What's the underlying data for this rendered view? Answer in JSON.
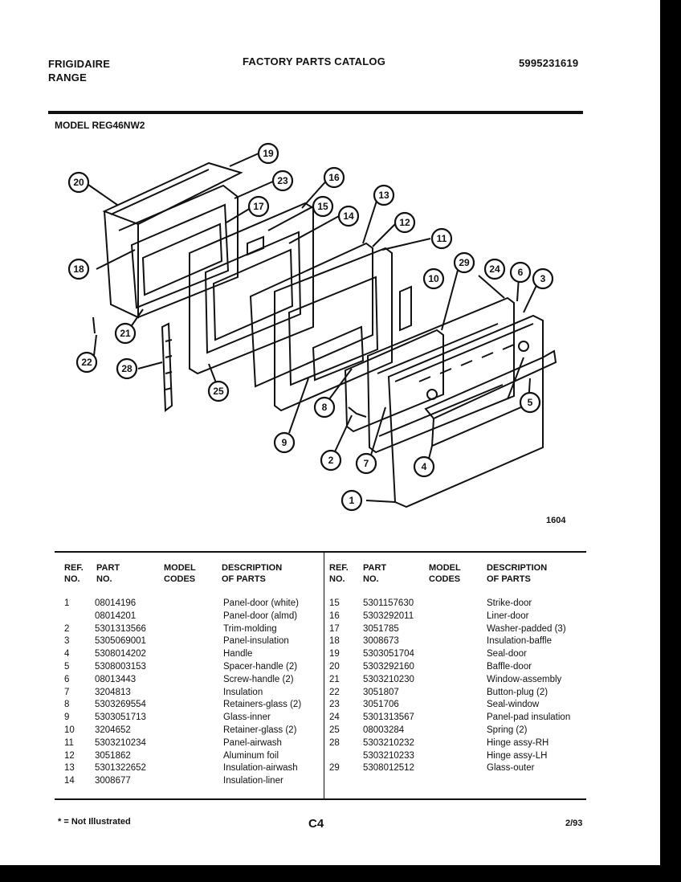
{
  "header": {
    "brand": "FRIGIDAIRE",
    "product": "RANGE",
    "title": "FACTORY PARTS CATALOG",
    "catalog_number": "5995231619"
  },
  "model_line": "MODEL REG46NW2",
  "diagram": {
    "code": "1604",
    "callouts": [
      "1",
      "2",
      "3",
      "4",
      "5",
      "6",
      "7",
      "8",
      "9",
      "10",
      "11",
      "12",
      "13",
      "14",
      "15",
      "16",
      "17",
      "18",
      "19",
      "20",
      "21",
      "22",
      "23",
      "24",
      "25",
      "28",
      "29"
    ]
  },
  "table": {
    "headers": {
      "ref": [
        "REF.",
        "NO."
      ],
      "part": [
        "PART",
        "NO."
      ],
      "model": [
        "MODEL",
        "CODES"
      ],
      "desc": [
        "DESCRIPTION",
        "OF PARTS"
      ]
    },
    "left_rows": [
      {
        "ref": "1",
        "part": "08014196",
        "desc": "Panel-door (white)"
      },
      {
        "ref": "",
        "part": "08014201",
        "desc": "Panel-door (almd)"
      },
      {
        "ref": "2",
        "part": "5301313566",
        "desc": "Trim-molding"
      },
      {
        "ref": "3",
        "part": "5305069001",
        "desc": "Panel-insulation"
      },
      {
        "ref": "4",
        "part": "5308014202",
        "desc": "Handle"
      },
      {
        "ref": "5",
        "part": "5308003153",
        "desc": "Spacer-handle (2)"
      },
      {
        "ref": "6",
        "part": "08013443",
        "desc": "Screw-handle (2)"
      },
      {
        "ref": "7",
        "part": "3204813",
        "desc": "Insulation"
      },
      {
        "ref": "8",
        "part": "5303269554",
        "desc": "Retainers-glass (2)"
      },
      {
        "ref": "9",
        "part": "5303051713",
        "desc": "Glass-inner"
      },
      {
        "ref": "10",
        "part": "3204652",
        "desc": "Retainer-glass (2)"
      },
      {
        "ref": "11",
        "part": "5303210234",
        "desc": "Panel-airwash"
      },
      {
        "ref": "12",
        "part": "3051862",
        "desc": "Aluminum foil"
      },
      {
        "ref": "13",
        "part": "5301322652",
        "desc": "Insulation-airwash"
      },
      {
        "ref": "14",
        "part": "3008677",
        "desc": "Insulation-liner"
      }
    ],
    "right_rows": [
      {
        "ref": "15",
        "part": "5301157630",
        "desc": "Strike-door"
      },
      {
        "ref": "16",
        "part": "5303292011",
        "desc": "Liner-door"
      },
      {
        "ref": "17",
        "part": "3051785",
        "desc": "Washer-padded (3)"
      },
      {
        "ref": "18",
        "part": "3008673",
        "desc": "Insulation-baffle"
      },
      {
        "ref": "19",
        "part": "5303051704",
        "desc": "Seal-door"
      },
      {
        "ref": "20",
        "part": "5303292160",
        "desc": "Baffle-door"
      },
      {
        "ref": "21",
        "part": "5303210230",
        "desc": "Window-assembly"
      },
      {
        "ref": "22",
        "part": "3051807",
        "desc": "Button-plug (2)"
      },
      {
        "ref": "23",
        "part": "3051706",
        "desc": "Seal-window"
      },
      {
        "ref": "24",
        "part": "5301313567",
        "desc": "Panel-pad insulation"
      },
      {
        "ref": "25",
        "part": "08003284",
        "desc": "Spring (2)"
      },
      {
        "ref": "28",
        "part": "5303210232",
        "desc": "Hinge assy-RH"
      },
      {
        "ref": "",
        "part": "5303210233",
        "desc": "Hinge assy-LH"
      },
      {
        "ref": "29",
        "part": "5308012512",
        "desc": "Glass-outer"
      }
    ]
  },
  "footer": {
    "note": "* = Not Illustrated",
    "page": "C4",
    "date": "2/93"
  }
}
